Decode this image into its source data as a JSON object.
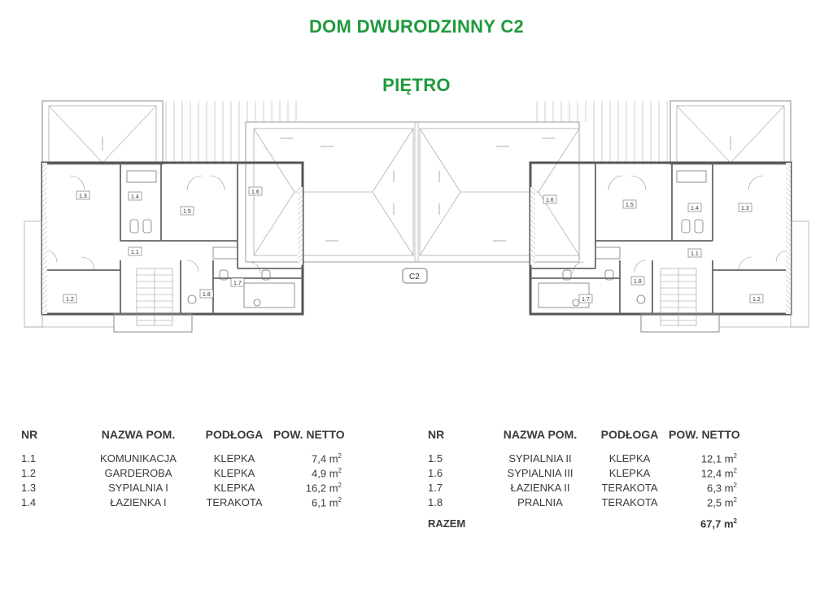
{
  "title": "DOM DWURODZINNY C2",
  "subtitle": "PIĘTRO",
  "plan": {
    "unit_label": "C2",
    "room_tags": [
      "1.1",
      "1.2",
      "1.3",
      "1.4",
      "1.5",
      "1.6",
      "1.7",
      "1.8"
    ]
  },
  "table": {
    "headers": {
      "nr": "NR",
      "name": "NAZWA POM.",
      "floor": "PODŁOGA",
      "area": "POW. NETTO"
    },
    "area_unit": "m",
    "area_unit_exp": "2",
    "left_rows": [
      {
        "nr": "1.1",
        "name": "KOMUNIKACJA",
        "floor": "KLEPKA",
        "area": "7,4"
      },
      {
        "nr": "1.2",
        "name": "GARDEROBA",
        "floor": "KLEPKA",
        "area": "4,9"
      },
      {
        "nr": "1.3",
        "name": "SYPIALNIA I",
        "floor": "KLEPKA",
        "area": "16,2"
      },
      {
        "nr": "1.4",
        "name": "ŁAZIENKA I",
        "floor": "TERAKOTA",
        "area": "6,1"
      }
    ],
    "right_rows": [
      {
        "nr": "1.5",
        "name": "SYPIALNIA II",
        "floor": "KLEPKA",
        "area": "12,1"
      },
      {
        "nr": "1.6",
        "name": "SYPIALNIA III",
        "floor": "KLEPKA",
        "area": "12,4"
      },
      {
        "nr": "1.7",
        "name": "ŁAZIENKA II",
        "floor": "TERAKOTA",
        "area": "6,3"
      },
      {
        "nr": "1.8",
        "name": "PRALNIA",
        "floor": "TERAKOTA",
        "area": "2,5"
      }
    ],
    "total_label": "RAZEM",
    "total_area": "67,7"
  }
}
